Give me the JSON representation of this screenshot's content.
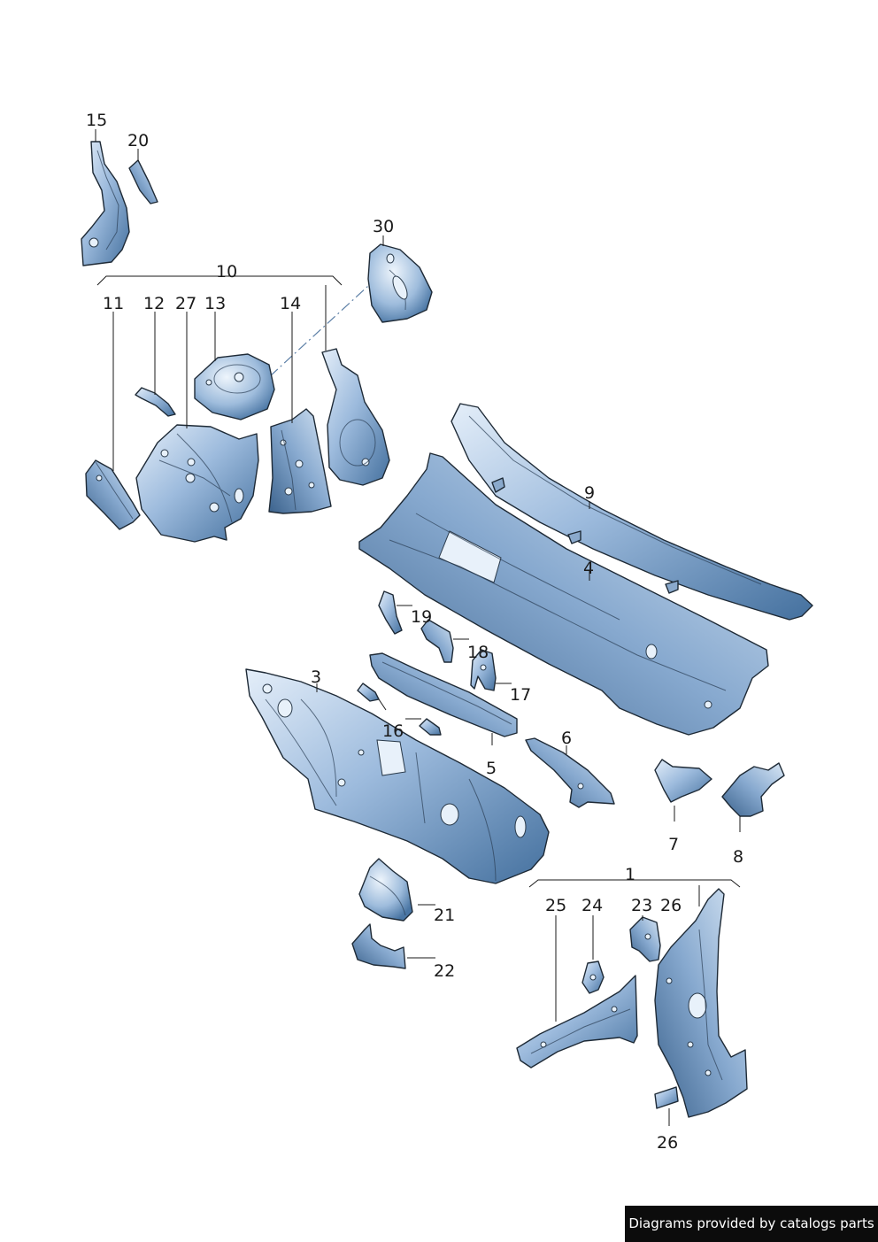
{
  "diagram": {
    "callouts": [
      "15",
      "20",
      "30",
      "10",
      "11",
      "12",
      "27",
      "13",
      "14",
      "9",
      "4",
      "19",
      "18",
      "3",
      "17",
      "16",
      "5",
      "6",
      "7",
      "8",
      "21",
      "1",
      "25",
      "24",
      "23",
      "26",
      "22",
      "26"
    ]
  },
  "footer": {
    "credit_text": "Diagrams provided by catalogs parts"
  },
  "colors": {
    "part_fill_light": "#dce9f7",
    "part_fill_mid": "#8fb1d6",
    "part_fill_dark": "#3c6591",
    "outline": "#1e2a36",
    "credit_bg": "#0c0c0c"
  }
}
